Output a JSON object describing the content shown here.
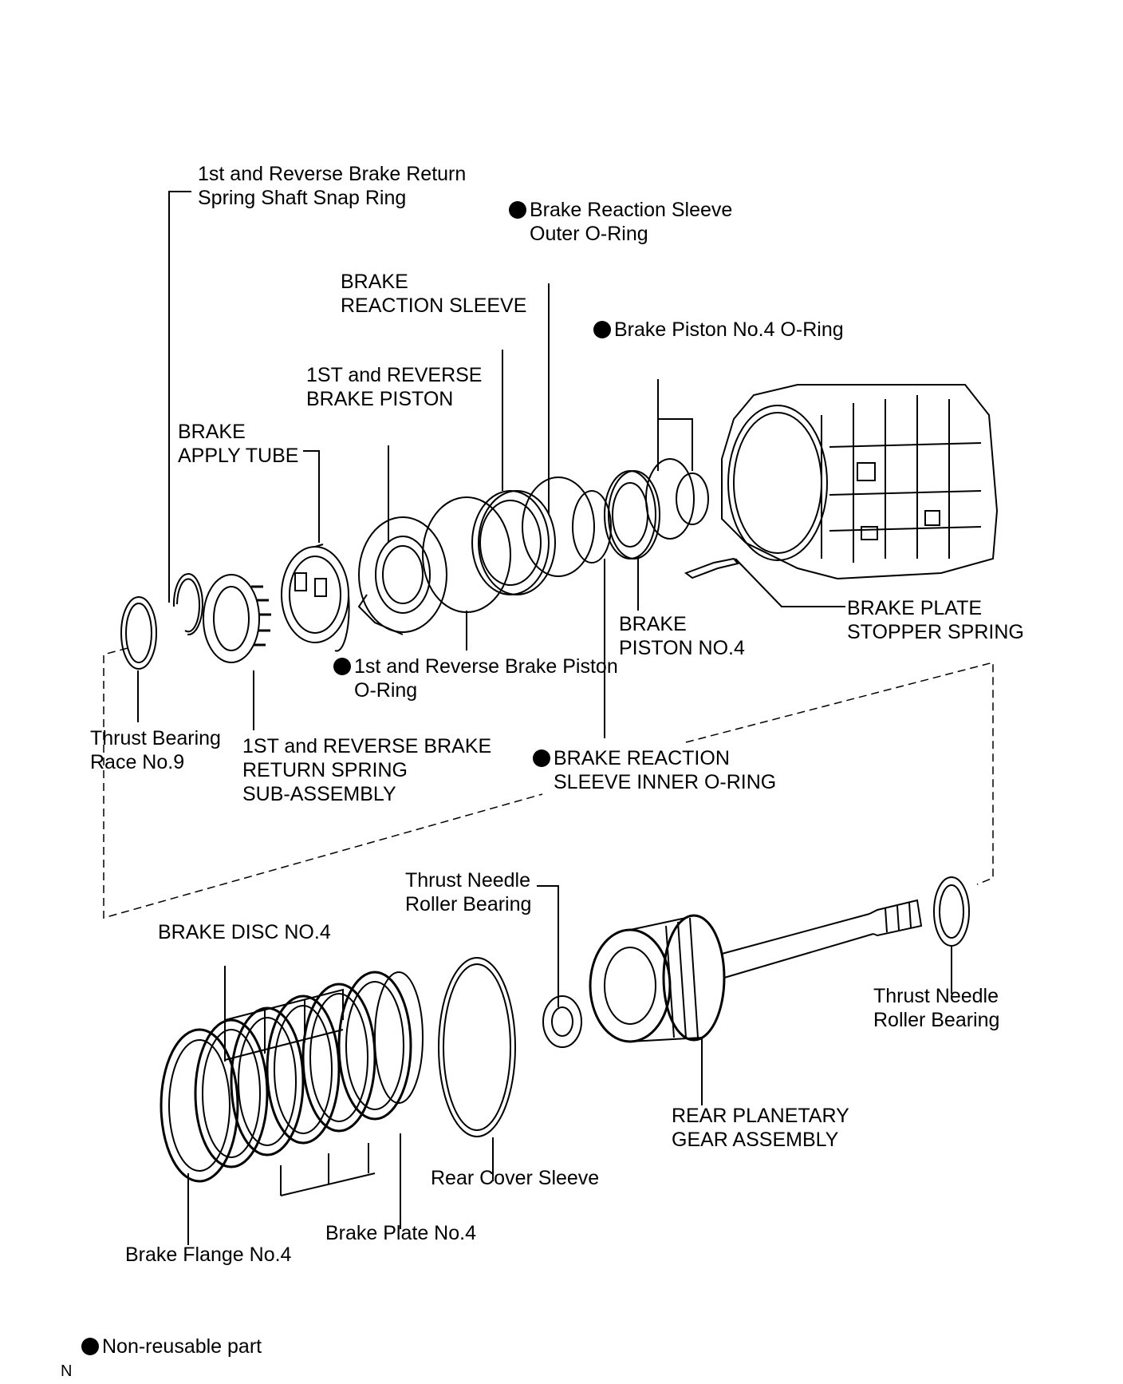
{
  "labels": {
    "snap_ring": [
      "1st and Reverse Brake Return",
      "Spring Shaft Snap Ring"
    ],
    "outer_oring": [
      "Brake Reaction Sleeve",
      "Outer O-Ring"
    ],
    "reaction_sleeve": [
      "BRAKE",
      "REACTION SLEEVE"
    ],
    "piston4_oring": [
      "Brake Piston No.4 O-Ring"
    ],
    "reverse_piston": [
      "1ST and REVERSE",
      "BRAKE PISTON"
    ],
    "apply_tube": [
      "BRAKE",
      "APPLY TUBE"
    ],
    "stopper_spring": [
      "BRAKE PLATE",
      "STOPPER SPRING"
    ],
    "piston4": [
      "BRAKE",
      "PISTON NO.4"
    ],
    "piston_oring": [
      "1st and Reverse Brake Piston",
      "O-Ring"
    ],
    "thrust_race": [
      "Thrust Bearing",
      "Race No.9"
    ],
    "return_spring": [
      "1ST and REVERSE BRAKE",
      "RETURN SPRING",
      "SUB-ASSEMBLY"
    ],
    "inner_oring": [
      "BRAKE REACTION",
      "SLEEVE INNER O-RING"
    ],
    "needle_bearing_1": [
      "Thrust Needle",
      "Roller Bearing"
    ],
    "brake_disc": [
      "BRAKE DISC NO.4"
    ],
    "needle_bearing_2": [
      "Thrust Needle",
      "Roller Bearing"
    ],
    "planetary": [
      "REAR PLANETARY",
      "GEAR ASSEMBLY"
    ],
    "cover_sleeve": [
      "Rear Cover Sleeve"
    ],
    "brake_plate": [
      "Brake Plate No.4"
    ],
    "brake_flange": [
      "Brake Flange No.4"
    ]
  },
  "legend": {
    "text": "Non-reusable part"
  },
  "page_mark": "N"
}
